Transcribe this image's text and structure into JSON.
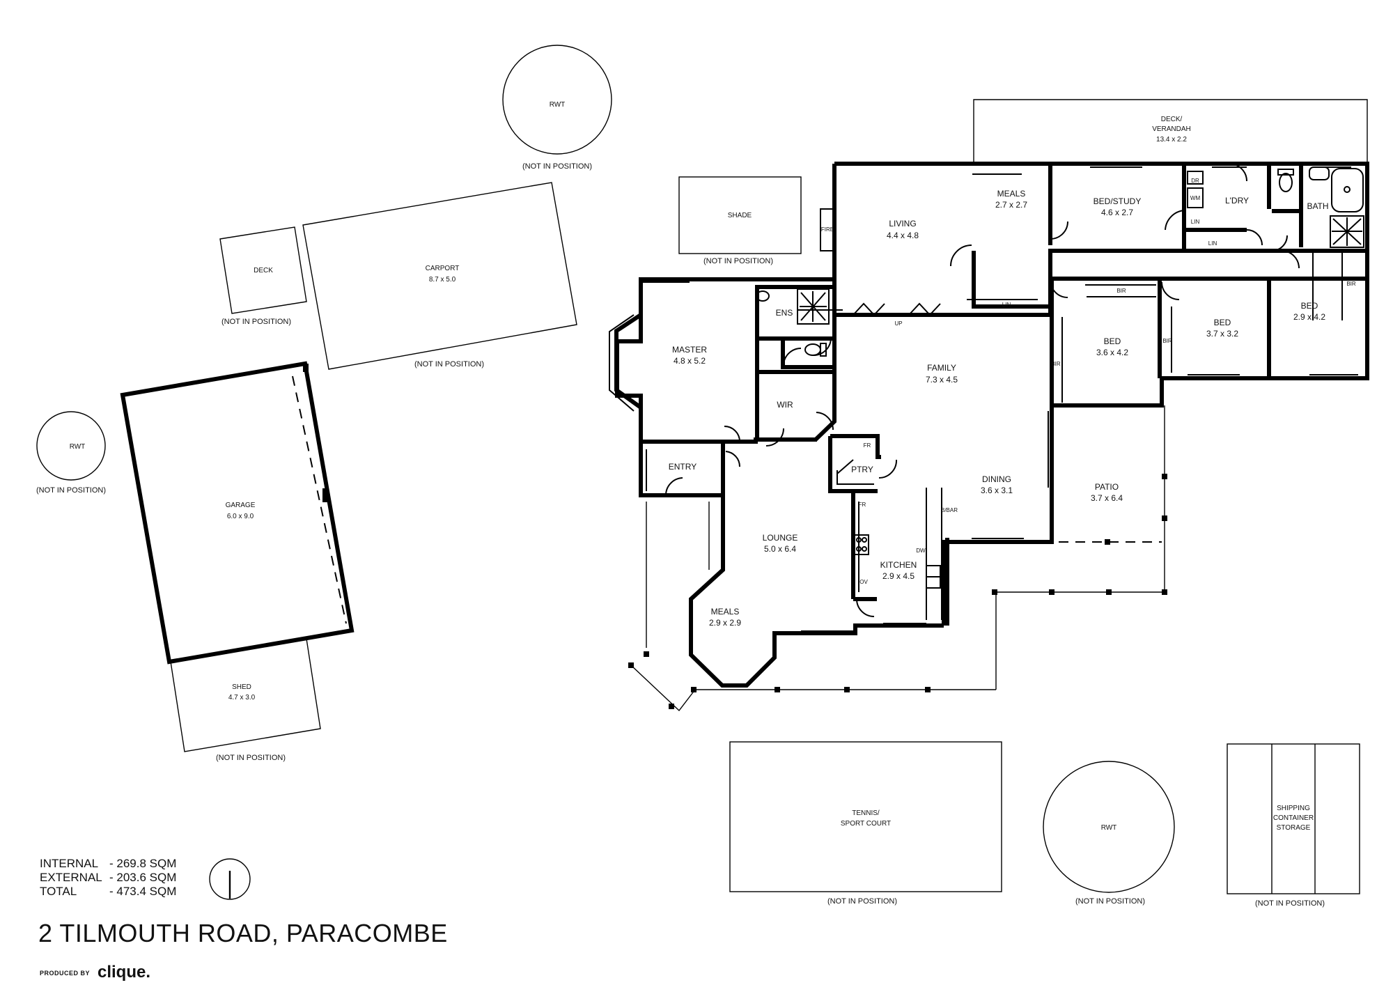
{
  "address": "2 TILMOUTH ROAD, PARACOMBE",
  "areas": [
    {
      "label": "INTERNAL",
      "value": "- 269.8 SQM"
    },
    {
      "label": "EXTERNAL",
      "value": "- 203.6 SQM"
    },
    {
      "label": "TOTAL",
      "value": "- 473.4 SQM"
    }
  ],
  "producer": {
    "prefix": "PRODUCED BY",
    "brand": "clique."
  },
  "not_in_position": "(NOT IN POSITION)",
  "rooms": {
    "deck_verandah": {
      "name": "DECK/\nVERANDAH",
      "line1": "DECK/",
      "line2": "VERANDAH",
      "size": "13.4 x 2.2"
    },
    "meals_top": {
      "name": "MEALS",
      "size": "2.7 x 2.7"
    },
    "living": {
      "name": "LIVING",
      "size": "4.4 x 4.8"
    },
    "bed_study": {
      "name": "BED/STUDY",
      "size": "4.6 x 2.7"
    },
    "laundry": {
      "name": "L'DRY"
    },
    "bath": {
      "name": "BATH"
    },
    "bed_right": {
      "name": "BED",
      "size": "2.9 x 4.2"
    },
    "bed_mid": {
      "name": "BED",
      "size": "3.7 x 3.2"
    },
    "bed_left": {
      "name": "BED",
      "size": "3.6 x 4.2"
    },
    "family": {
      "name": "FAMILY",
      "size": "7.3 x 4.5"
    },
    "master": {
      "name": "MASTER",
      "size": "4.8 x 5.2"
    },
    "ens": {
      "name": "ENS"
    },
    "wir": {
      "name": "WIR"
    },
    "entry": {
      "name": "ENTRY"
    },
    "ptry": {
      "name": "PTRY"
    },
    "dining": {
      "name": "DINING",
      "size": "3.6 x 3.1"
    },
    "patio": {
      "name": "PATIO",
      "size": "3.7 x 6.4"
    },
    "lounge": {
      "name": "LOUNGE",
      "size": "5.0 x 6.4"
    },
    "kitchen": {
      "name": "KITCHEN",
      "size": "2.9 x 4.5"
    },
    "meals_bottom": {
      "name": "MEALS",
      "size": "2.9 x 2.9"
    }
  },
  "outbuildings": {
    "rwt_top": {
      "name": "RWT"
    },
    "shade": {
      "name": "SHADE"
    },
    "deck": {
      "name": "DECK"
    },
    "carport": {
      "name": "CARPORT",
      "size": "8.7 x 5.0"
    },
    "rwt_left": {
      "name": "RWT"
    },
    "garage": {
      "name": "GARAGE",
      "size": "6.0 x 9.0"
    },
    "shed": {
      "name": "SHED",
      "size": "4.7 x 3.0"
    },
    "tennis": {
      "line1": "TENNIS/",
      "line2": "SPORT COURT"
    },
    "rwt_bottom": {
      "name": "RWT"
    },
    "shipping": {
      "line1": "SHIPPING",
      "line2": "CONTAINER",
      "line3": "STORAGE"
    }
  },
  "fixtures": {
    "lin": "LIN",
    "bir": "BIR",
    "fr": "FR",
    "dw": "DW",
    "ov": "OV",
    "up": "UP",
    "bbar": "B/BAR",
    "fire": "FIRE",
    "wm": "WM",
    "dr": "DR"
  }
}
